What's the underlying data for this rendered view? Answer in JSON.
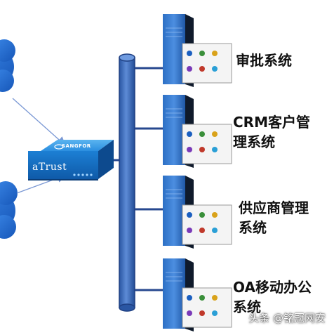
{
  "device": {
    "brand": "SANGFOR",
    "name": "aTrust"
  },
  "systems": [
    {
      "label_lines": [
        "审批系统"
      ]
    },
    {
      "label_lines": [
        "CRM客户管",
        "理系统"
      ]
    },
    {
      "label_lines": [
        "供应商管理",
        "系统"
      ]
    },
    {
      "label_lines": [
        "OA移动办公",
        "系统"
      ]
    }
  ],
  "watermark": "头条 @铭冠网安",
  "colors": {
    "bus": "#3d6fc0",
    "bus_dark": "#1e3f82",
    "line": "#27488f",
    "cloud": "#1f6ad1",
    "device_body": "#1e88d8",
    "server_dark": "#101622",
    "server_blue": "#2f72c6",
    "arrow": "#7a98d4"
  }
}
